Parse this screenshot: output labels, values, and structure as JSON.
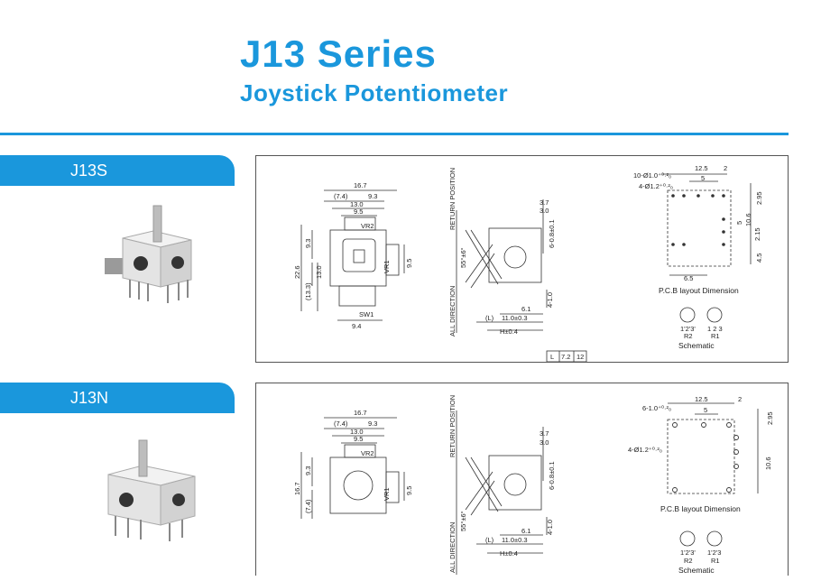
{
  "header": {
    "title": "J13 Series",
    "subtitle": "Joystick Potentiometer"
  },
  "colors": {
    "accent": "#1a97dc",
    "housing": "#e6e6e6",
    "line": "#333333"
  },
  "sections": [
    {
      "tab_label": "J13S",
      "front": {
        "d_16_7": "16.7",
        "d_7_4": "(7.4)",
        "d_9_3": "9.3",
        "d_13_0": "13.0",
        "d_9_5": "9.5",
        "vr2": "VR2",
        "vr1": "VR1",
        "sw1": "SW1",
        "d_22_6": "22.6",
        "d_9_3v": "9.3",
        "d_13_0v": "13.0",
        "d_13_3": "(13.3)",
        "d_9_4": "9.4",
        "d_9_5v": "9.5"
      },
      "side": {
        "return_position": "RETURN  POSITION",
        "all_direction": "ALL  DIRECTION",
        "angle": "55°±6°",
        "d_3_7": "3.7",
        "d_3_0": "3.0",
        "d_6": "6-0.8±0.1",
        "d_4_1": "4-1.0",
        "d_6_1": "6.1",
        "d_L": "(L)",
        "d_11": "11.0±0.3",
        "d_H": "H±0.4"
      },
      "pcb": {
        "hole_a": "10-Ø1.0⁺⁰·²₀",
        "hole_b": "4-Ø1.2⁺⁰·²₀",
        "d_12_5": "12.5",
        "d_2": "2",
        "d_5": "5",
        "d_2_95": "2.95",
        "d_10_6": "10.6",
        "d_5v": "5",
        "d_2_15": "2.15",
        "d_4_5": "4.5",
        "d_6_5": "6.5",
        "caption": "P.C.B layout Dimension"
      },
      "schematic": {
        "r2_pins": "1'2'3'",
        "r1_pins": "1 2 3",
        "r2": "R2",
        "r1": "R1",
        "caption": "Schematic"
      },
      "l_table": {
        "label": "L",
        "v1": "7.2",
        "v2": "12"
      }
    },
    {
      "tab_label": "J13N",
      "front": {
        "d_16_7": "16.7",
        "d_7_4": "(7.4)",
        "d_9_3": "9.3",
        "d_13_0": "13.0",
        "d_9_5": "9.5",
        "vr2": "VR2",
        "vr1": "VR1",
        "d_16_7v": "16.7",
        "d_9_3v": "9.3",
        "d_7_4v": "(7.4)",
        "d_9_5v": "9.5"
      },
      "side": {
        "return_position": "RETURN  POSITION",
        "all_direction": "ALL  DIRECTION",
        "angle": "55°±6°",
        "d_3_7": "3.7",
        "d_3_0": "3.0",
        "d_6": "6-0.8±0.1",
        "d_4_1": "4-1.0",
        "d_6_1": "6.1",
        "d_L": "(L)",
        "d_11": "11.0±0.3",
        "d_H": "H±0.4"
      },
      "pcb": {
        "hole_a": "6-1.0⁺⁰·²₀",
        "hole_b": "4-Ø1.2⁺⁰·²₀",
        "d_12_5": "12.5",
        "d_2": "2",
        "d_5": "5",
        "d_2_95": "2.95",
        "d_10_6": "10.6",
        "caption": "P.C.B layout Dimension"
      },
      "schematic": {
        "r2_pins": "1'2'3'",
        "r1_pins": "1'2'3",
        "r2": "R2",
        "r1": "R1",
        "caption": "Schematic"
      }
    }
  ]
}
